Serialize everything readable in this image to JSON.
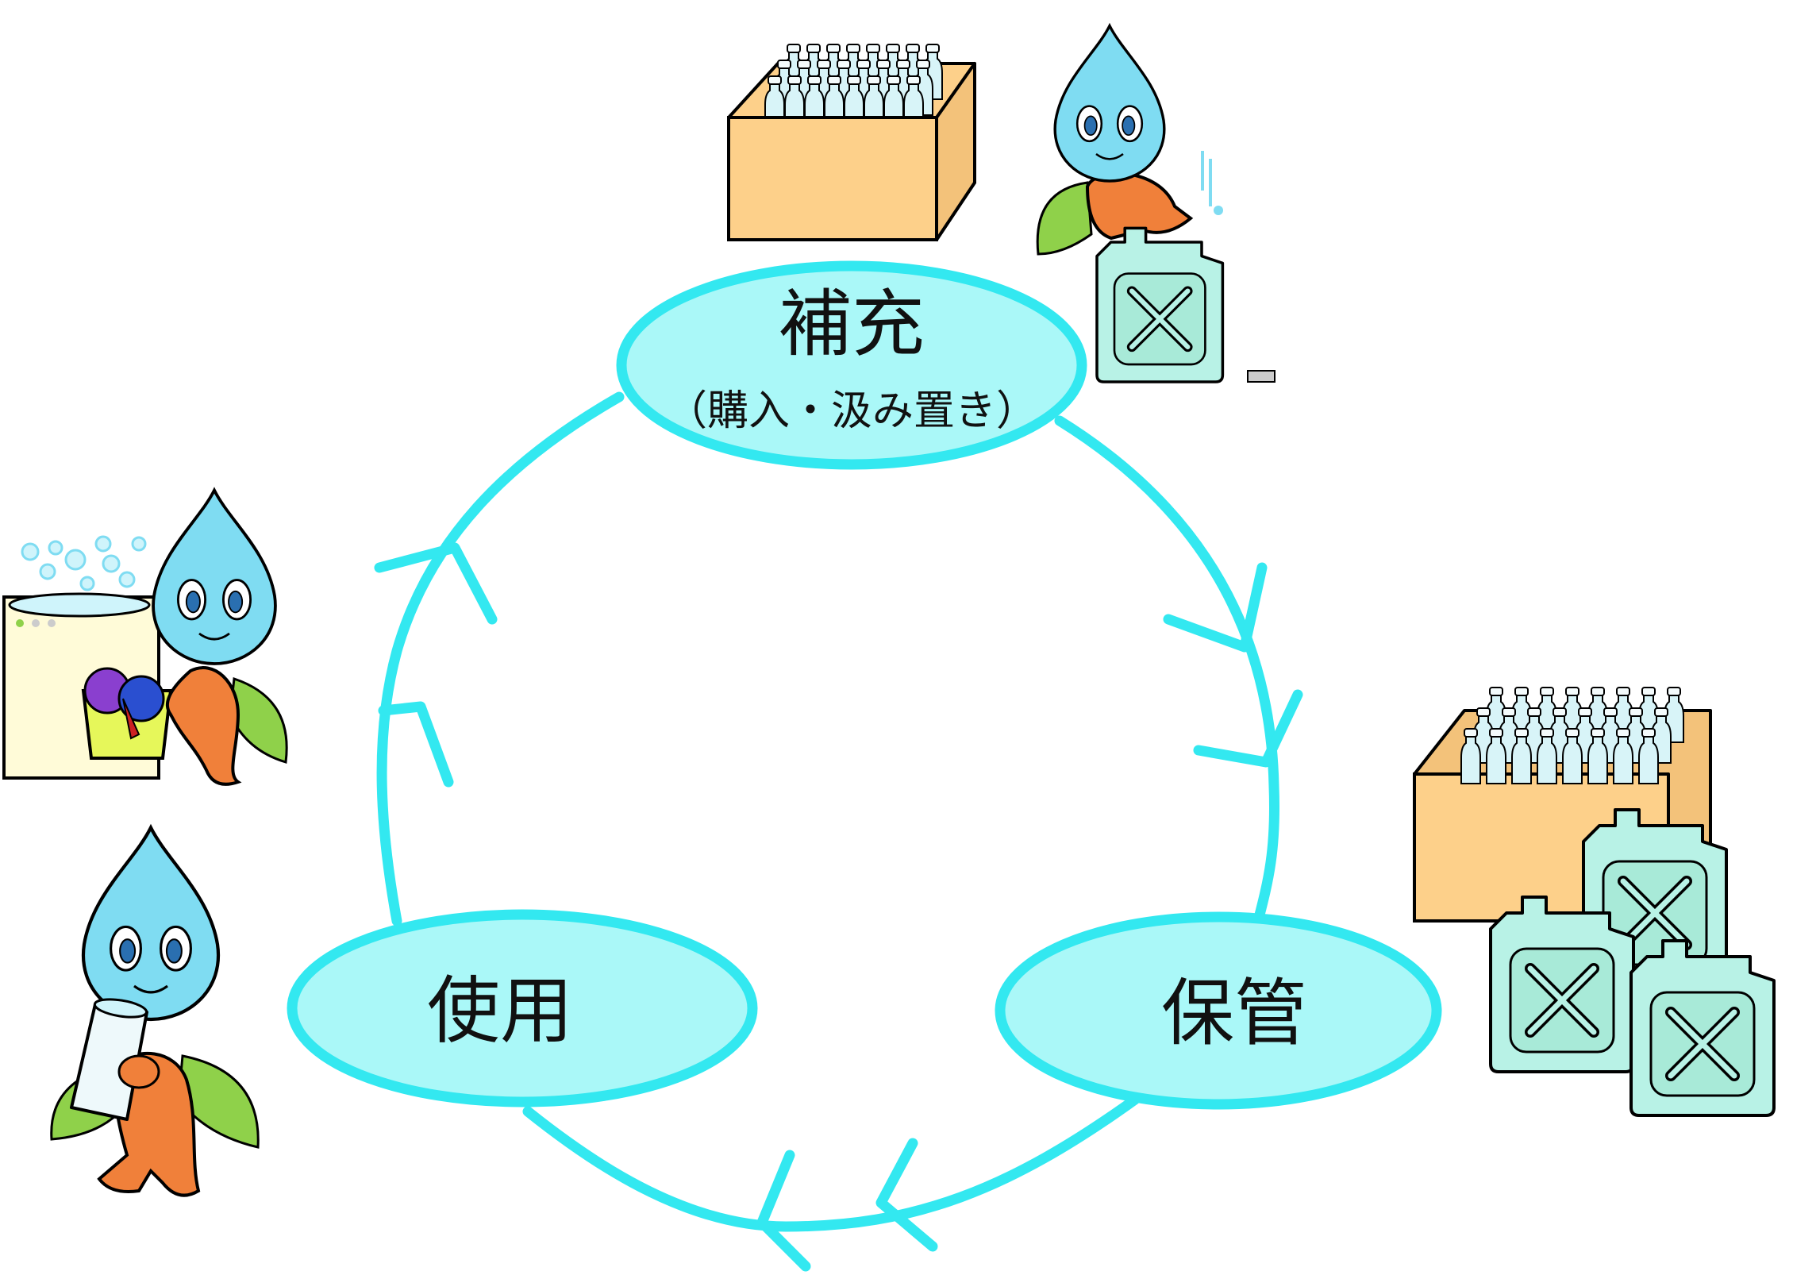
{
  "nodes": {
    "replenish": {
      "title": "補充",
      "subtitle": "（購入・汲み置き）"
    },
    "storage": {
      "title": "保管"
    },
    "usage": {
      "title": "使用"
    }
  },
  "colors": {
    "cycle_stroke": "#33e8f0",
    "node_fill": "#aaf8f8",
    "drop_body": "#7fdcf2",
    "character_body": "#f0803a",
    "leaf": "#8fd14a",
    "box": "#fdd08a",
    "tank": "#b8f2e6",
    "bottle": "#d8f4f8"
  },
  "icons": {
    "top_left": "boxed-water-bottles-icon",
    "top_right": "drop-character-filling-tank-icon",
    "right": "stored-bottles-and-tanks-icon",
    "left_upper": "drop-character-laundry-icon",
    "left_lower": "drop-character-drinking-icon"
  }
}
